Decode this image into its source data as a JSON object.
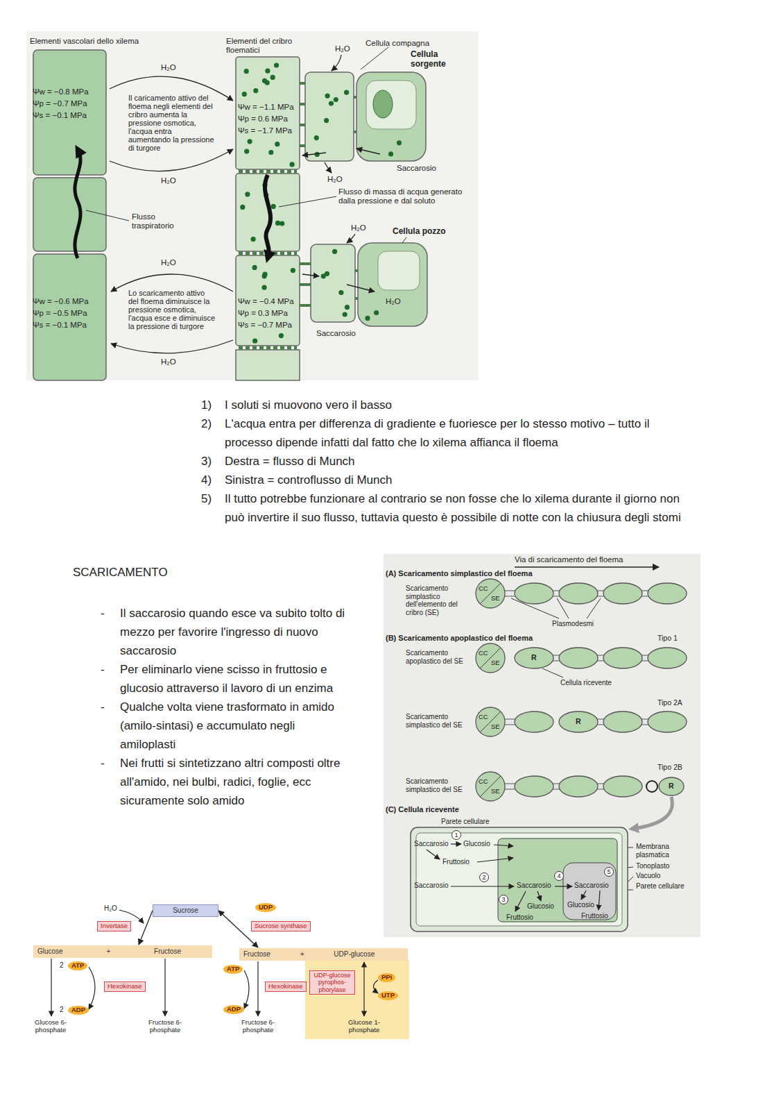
{
  "diagram": {
    "nodes": [
      {
        "text": [
          "Sucrose"
        ]
      },
      {
        "text": [
          "Invertase"
        ]
      },
      {
        "text": [
          "Sucrose synthase"
        ]
      },
      {
        "text": [
          "Glucose + Fructose"
        ]
      },
      {
        "text": [
          "Fructose + UDP-glucose"
        ]
      },
      {
        "text": [
          "ATP"
        ]
      },
      {
        "text": [
          "Hexokinase"
        ]
      },
      {
        "text": [
          "ADP"
        ]
      },
      {
        "text": [
          "ATP"
        ]
      },
      {
        "text": [
          "Hexokinase"
        ]
      },
      {
        "text": [
          "ADP"
        ]
      },
      {
        "text": [
          "UDP"
        ]
      },
      {
        "text": [
          "UDP-glucose pyrophos- phorylase"
        ]
      },
      {
        "text": [
          "PPi"
        ]
      },
      {
        "text": [
          "UTP"
        ]
      }
    ],
    "edges": [
      {
        "from": 0,
        "to": 3,
        "arrow": "to"
      },
      {
        "from": 0,
        "to": 4,
        "arrow": "both"
      }
    ],
    "labels": [
      "Elementi vascolari dello xilema",
      "Elementi del cribro floematici",
      "H₂O",
      "Cellula compagna",
      "Cellula sorgente",
      "H₂O",
      "Il caricamento attivo del floema negli elementi del cribro aumenta la pressione osmotica, l'acqua entra aumentando la pressione di turgore",
      "Ψw = −0.8 MPa",
      "Ψp = −0.7 MPa",
      "Ψs = −0.1 MPa",
      "Ψw = −1.1 MPa",
      "Ψp = 0.6 MPa",
      "Ψs = −1.7 MPa",
      "Saccarosio",
      "H₂O",
      "H₂O",
      "Flusso di massa di acqua generato dalla pressione e dal soluto",
      "Flusso traspiratorio",
      "H₂O",
      "Cellula pozzo",
      "H₂O",
      "Lo scaricamento attivo del floema diminuisce la pressione osmotica, l'acqua esce e diminuisce la pressione di turgore",
      "Ψw = −0.6 MPa",
      "Ψp = −0.5 MPa",
      "Ψs = −0.1 MPa",
      "Ψw = −0.4 MPa",
      "Ψp = 0.3 MPa",
      "Ψs = −0.7 MPa",
      "H₂O",
      "Saccarosio",
      "H₂O",
      "1)",
      "I soluti si muovono vero il basso",
      "2)",
      "L'acqua entra per differenza di gradiente e fuoriesce per lo stesso motivo – tutto il processo dipende infatti dal fatto che lo xilema affianca il floema",
      "3)",
      "Destra = flusso di Munch",
      "4)",
      "Sinistra = controflusso di Munch",
      "5)",
      "Il tutto potrebbe funzionare al contrario se non fosse che lo xilema durante il giorno non può invertire il suo flusso, tuttavia questo è possibile di notte con la chiusura degli stomi",
      "SCARICAMENTO",
      "-",
      "Il saccarosio quando esce va subito tolto di mezzo per favorire l'ingresso di nuovo saccarosio",
      "-",
      "Per eliminarlo viene scisso in fruttosio e glucosio attraverso il lavoro di un enzima",
      "-",
      "Qualche volta viene trasformato in amido (amilo-sintasi) e accumulato negli amiloplasti",
      "-",
      "Nei frutti si sintetizzano altri composti oltre all'amido, nei bulbi, radici, foglie, ecc sicuramente solo amido",
      "Via di scaricamento del floema",
      "(A) Scaricamento simplastico del floema",
      "Scaricamento simplastico dell'elemento del cribro (SE)",
      "CC",
      "SE",
      "Plasmodesmi",
      "(B) Scaricamento apoplastico del floema",
      "Tipo 1",
      "Scaricamento apoplastico del SE",
      "CC",
      "SE",
      "R",
      "Cellula ricevente",
      "Tipo 2A",
      "Scaricamento simplastico del SE",
      "CC",
      "SE",
      "R",
      "Tipo 2B",
      "Scaricamento simplastico del SE",
      "CC",
      "SE",
      "R",
      "(C) Cellula ricevente",
      "Parete cellulare",
      "1",
      "Saccarosio",
      "Glucosio",
      "Fruttosio",
      "2",
      "Saccarosio",
      "4",
      "5",
      "Saccarosio",
      "Saccarosio",
      "3",
      "Glucosio",
      "Fruttosio",
      "Glucosio",
      "Fruttosio",
      "Membrana plasmatica",
      "Tonoplasto",
      "Vacuolo",
      "Parete cellulare",
      "H₂O",
      "2",
      "2",
      "Glucose 6-phosphate",
      "Fructose 6-phosphate",
      "Fructose 6-phosphate",
      "Glucose 1-phosphate"
    ]
  }
}
